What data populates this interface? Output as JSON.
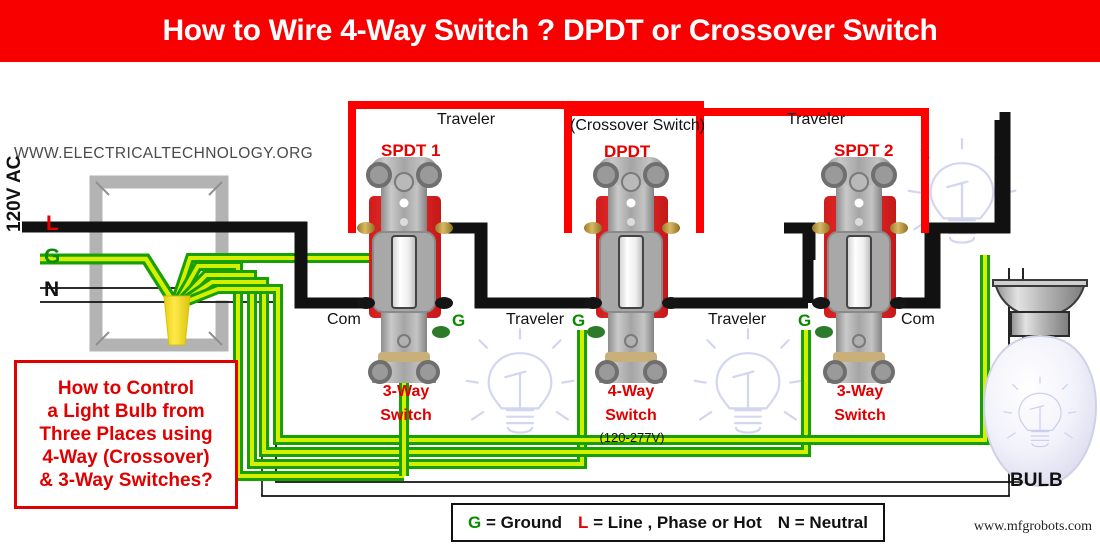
{
  "title": "How to Wire 4-Way Switch ? DPDT or Crossover Switch",
  "watermarks": {
    "left": "WWW.ELECTRICALTECHNOLOGY.ORG",
    "right": "www.mfgrobots.com"
  },
  "supply": {
    "voltage_label": "120V AC",
    "terminals": [
      {
        "code": "L",
        "color": "#e60000"
      },
      {
        "code": "G",
        "color": "#0a8a00"
      },
      {
        "code": "N",
        "color": "#111111"
      }
    ]
  },
  "callout": {
    "lines": [
      "How to Control",
      "a Light Bulb from",
      "Three Places using",
      "4-Way (Crossover)",
      "& 3-Way Switches?"
    ]
  },
  "switches": [
    {
      "id": "spdt1",
      "top_label": "SPDT 1",
      "prefix_label": "",
      "name_line1": "3-Way",
      "name_line2": "Switch",
      "sub": "",
      "left_terminal": "Com",
      "right_terminal": "Traveler",
      "ground_mark": "G"
    },
    {
      "id": "dpdt",
      "top_label": "DPDT",
      "prefix_label": "(Crossover Switch)",
      "name_line1": "4-Way",
      "name_line2": "Switch",
      "sub": "(120-277V)",
      "left_terminal": "Traveler",
      "right_terminal": "Traveler",
      "ground_mark": "G"
    },
    {
      "id": "spdt2",
      "top_label": "SPDT 2",
      "prefix_label": "",
      "name_line1": "3-Way",
      "name_line2": "Switch",
      "sub": "",
      "left_terminal": "Traveler",
      "right_terminal": "Com",
      "ground_mark": "G"
    }
  ],
  "traveler_top_labels": [
    "Traveler",
    "Traveler"
  ],
  "load": {
    "label": "BULB"
  },
  "legend": {
    "items": [
      {
        "code": "G",
        "text": "= Ground",
        "color": "#0a8a00"
      },
      {
        "code": "L",
        "text": "= Line , Phase or Hot",
        "color": "#e60000"
      },
      {
        "code": "N",
        "text": "= Neutral",
        "color": "#111111"
      }
    ]
  },
  "colors": {
    "title_bar": "#f90000",
    "hot_wire": "#111111",
    "traveler_wire": "#fe0000",
    "ground_wire": "#18a000",
    "ground_stripe": "#d4f000",
    "neutral_wire": "#ffffff",
    "switch_body": "#e02020",
    "switch_metal": "#9a9a9a",
    "wirenut": "#f5de21",
    "box_frame": "#b3b3b3",
    "ghost_bulb": "#ccd0ee"
  }
}
